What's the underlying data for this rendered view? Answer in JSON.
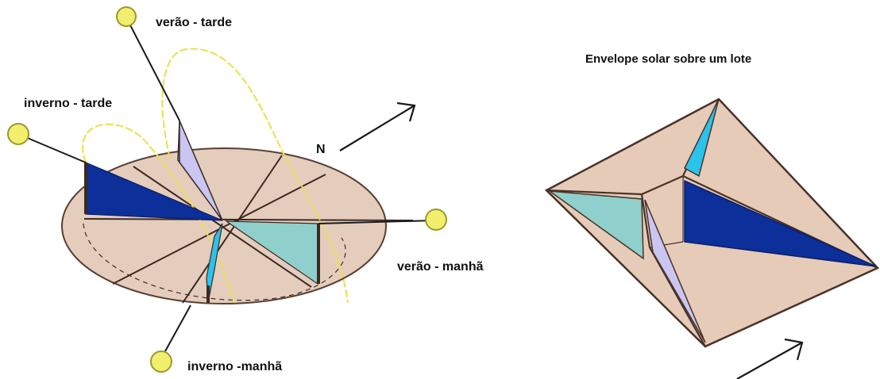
{
  "left_diagram": {
    "label_summer_afternoon": "verão - tarde",
    "label_winter_afternoon": "inverno - tarde",
    "label_summer_morning": "verão - manhã",
    "label_winter_morning": "inverno -manhã",
    "north_label": "N"
  },
  "right_diagram": {
    "title": "Envelope solar sobre um lote"
  },
  "colors": {
    "ground_plane": "#e5cdbd",
    "winter_afternoon_shadow": "#0d2f9a",
    "summer_afternoon_shadow": "#c9c6f2",
    "summer_morning_shadow": "#8fcfcc",
    "winter_morning_shadow": "#29c3ec",
    "sun_path": "#e9e04a",
    "sun": "#f2ee6e",
    "lines": "#3b2a22"
  }
}
